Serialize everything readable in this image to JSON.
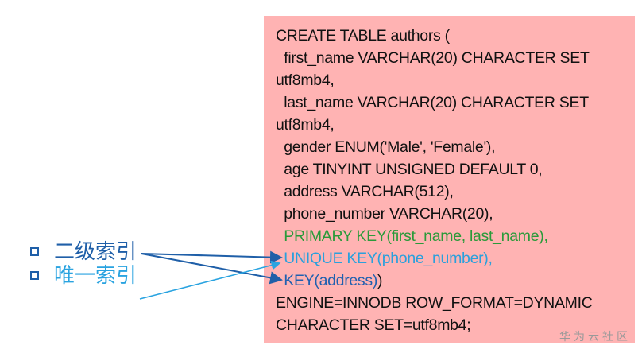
{
  "left_list": [
    {
      "text": "二级索引",
      "color": "#1f5fa8"
    },
    {
      "text": "唯一索引",
      "color": "#29a3e0"
    }
  ],
  "code": {
    "lines": [
      "CREATE TABLE authors (",
      "  first_name VARCHAR(20) CHARACTER SET",
      "utf8mb4,",
      "  last_name VARCHAR(20) CHARACTER SET",
      "utf8mb4,",
      "  gender ENUM('Male', 'Female'),",
      "  age TINYINT UNSIGNED DEFAULT 0,",
      "  address VARCHAR(512),",
      "  phone_number VARCHAR(20),"
    ],
    "primary_key": "  PRIMARY KEY(first_name, last_name),",
    "unique_key": "UNIQUE KEY(phone_number),",
    "key": "KEY(address)",
    "key_close": ")",
    "tail": [
      "ENGINE=INNODB ROW_FORMAT=DYNAMIC",
      "CHARACTER SET=utf8mb4;"
    ],
    "background": "#ffb3b3"
  },
  "watermark": "华为云社区"
}
